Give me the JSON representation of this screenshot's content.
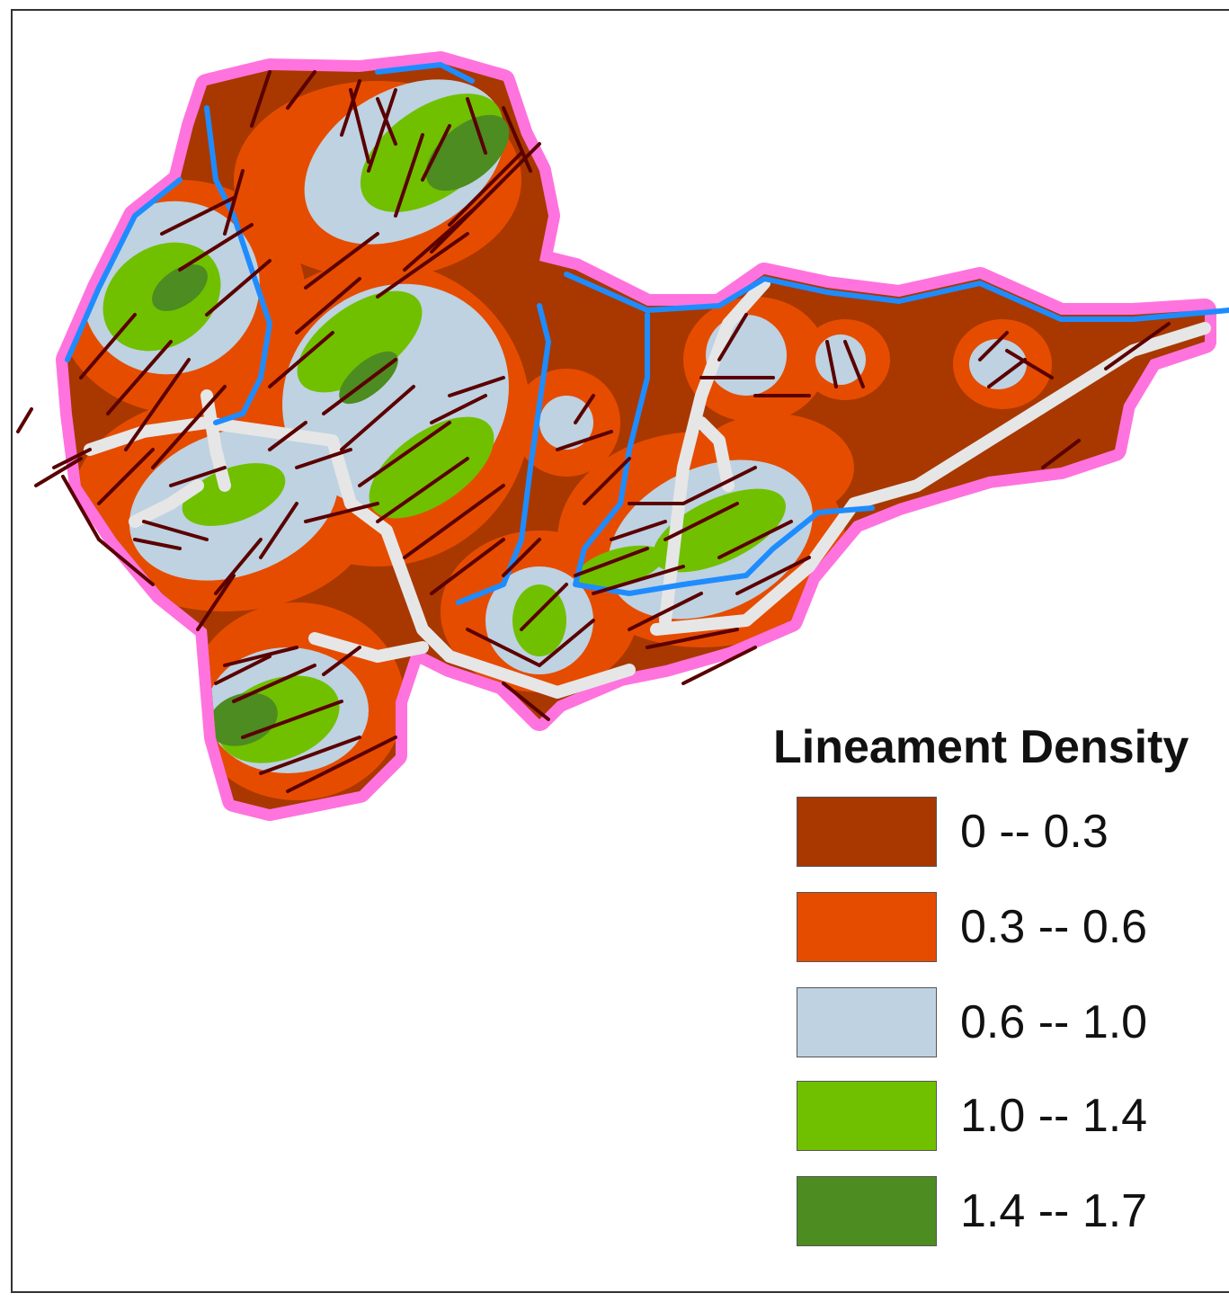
{
  "legend": {
    "title": "Lineament Density",
    "classes": [
      {
        "label": "0 -- 0.3",
        "color": "#a83800"
      },
      {
        "label": "0.3 -- 0.6",
        "color": "#e64c00"
      },
      {
        "label": "0.6 -- 1.0",
        "color": "#bed2e1"
      },
      {
        "label": "1.0 -- 1.4",
        "color": "#70c000"
      },
      {
        "label": "1.4 -- 1.7",
        "color": "#4c8c20"
      }
    ]
  },
  "map_colors": {
    "boundary": "#ff73df",
    "river": "#1e8cff",
    "road": "#e6e6e6",
    "lineament": "#5a0000"
  }
}
